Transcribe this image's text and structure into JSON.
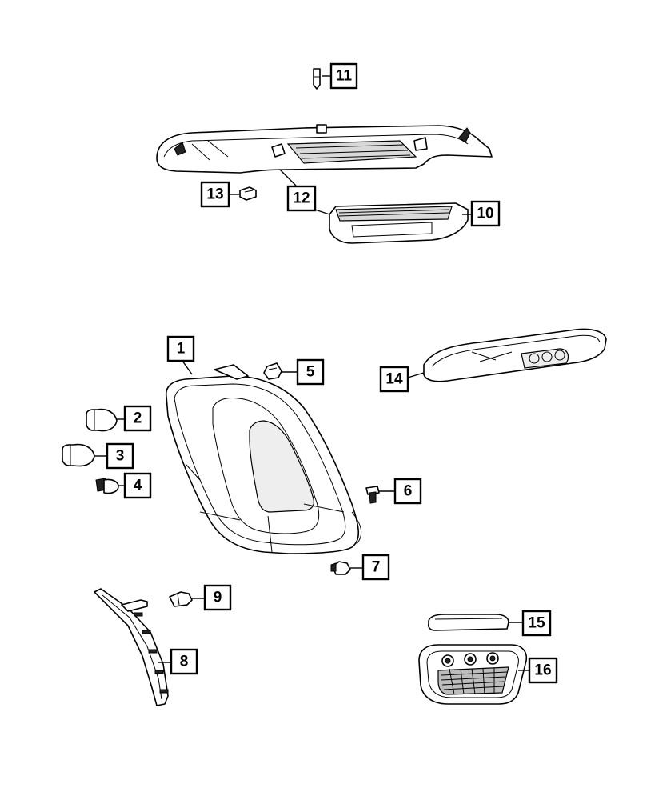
{
  "diagram": {
    "callouts": {
      "c1": "1",
      "c2": "2",
      "c3": "3",
      "c4": "4",
      "c5": "5",
      "c6": "6",
      "c7": "7",
      "c8": "8",
      "c9": "9",
      "c10": "10",
      "c11": "11",
      "c12": "12",
      "c13": "13",
      "c14": "14",
      "c15": "15",
      "c16": "16"
    },
    "colors": {
      "line": "#000000",
      "background": "#ffffff",
      "shade": "#d9d9d9"
    }
  }
}
